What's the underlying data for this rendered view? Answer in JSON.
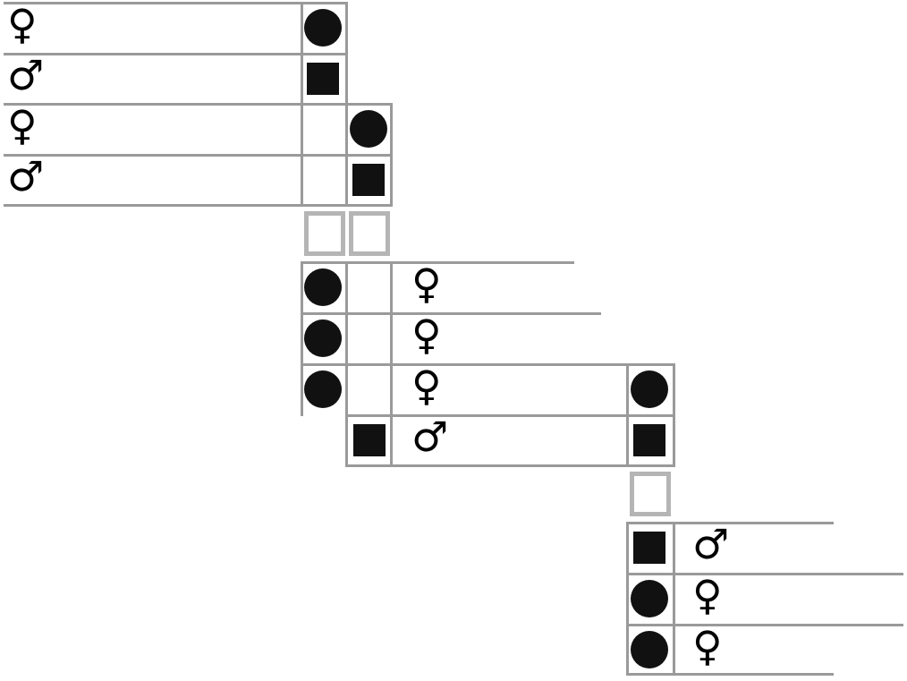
{
  "colors": {
    "line": "#9a9a9a",
    "mark": "#111111",
    "empty_box": "#b5b5b5",
    "background": "#ffffff"
  },
  "legend_symbols": {
    "female": "♀",
    "male": "♂"
  },
  "groups": [
    {
      "id": "group-1",
      "rows": [
        {
          "sex": "female",
          "marks": [
            "circle"
          ]
        },
        {
          "sex": "male",
          "marks": [
            "square"
          ]
        },
        {
          "sex": "female",
          "marks": [
            "",
            "circle"
          ]
        },
        {
          "sex": "male",
          "marks": [
            "",
            "square"
          ]
        }
      ]
    },
    {
      "id": "group-2",
      "rows": [
        {
          "sex": "female",
          "marks": [
            "circle",
            ""
          ]
        },
        {
          "sex": "female",
          "marks": [
            "circle",
            ""
          ]
        },
        {
          "sex": "female",
          "marks": [
            "circle",
            ""
          ],
          "right_mark": "circle"
        },
        {
          "sex": "male",
          "marks": [
            "",
            "square"
          ],
          "right_mark": "square"
        }
      ]
    },
    {
      "id": "group-3",
      "rows": [
        {
          "sex": "male",
          "marks": [
            "square"
          ]
        },
        {
          "sex": "female",
          "marks": [
            "circle"
          ]
        },
        {
          "sex": "female",
          "marks": [
            "circle"
          ]
        }
      ]
    }
  ]
}
